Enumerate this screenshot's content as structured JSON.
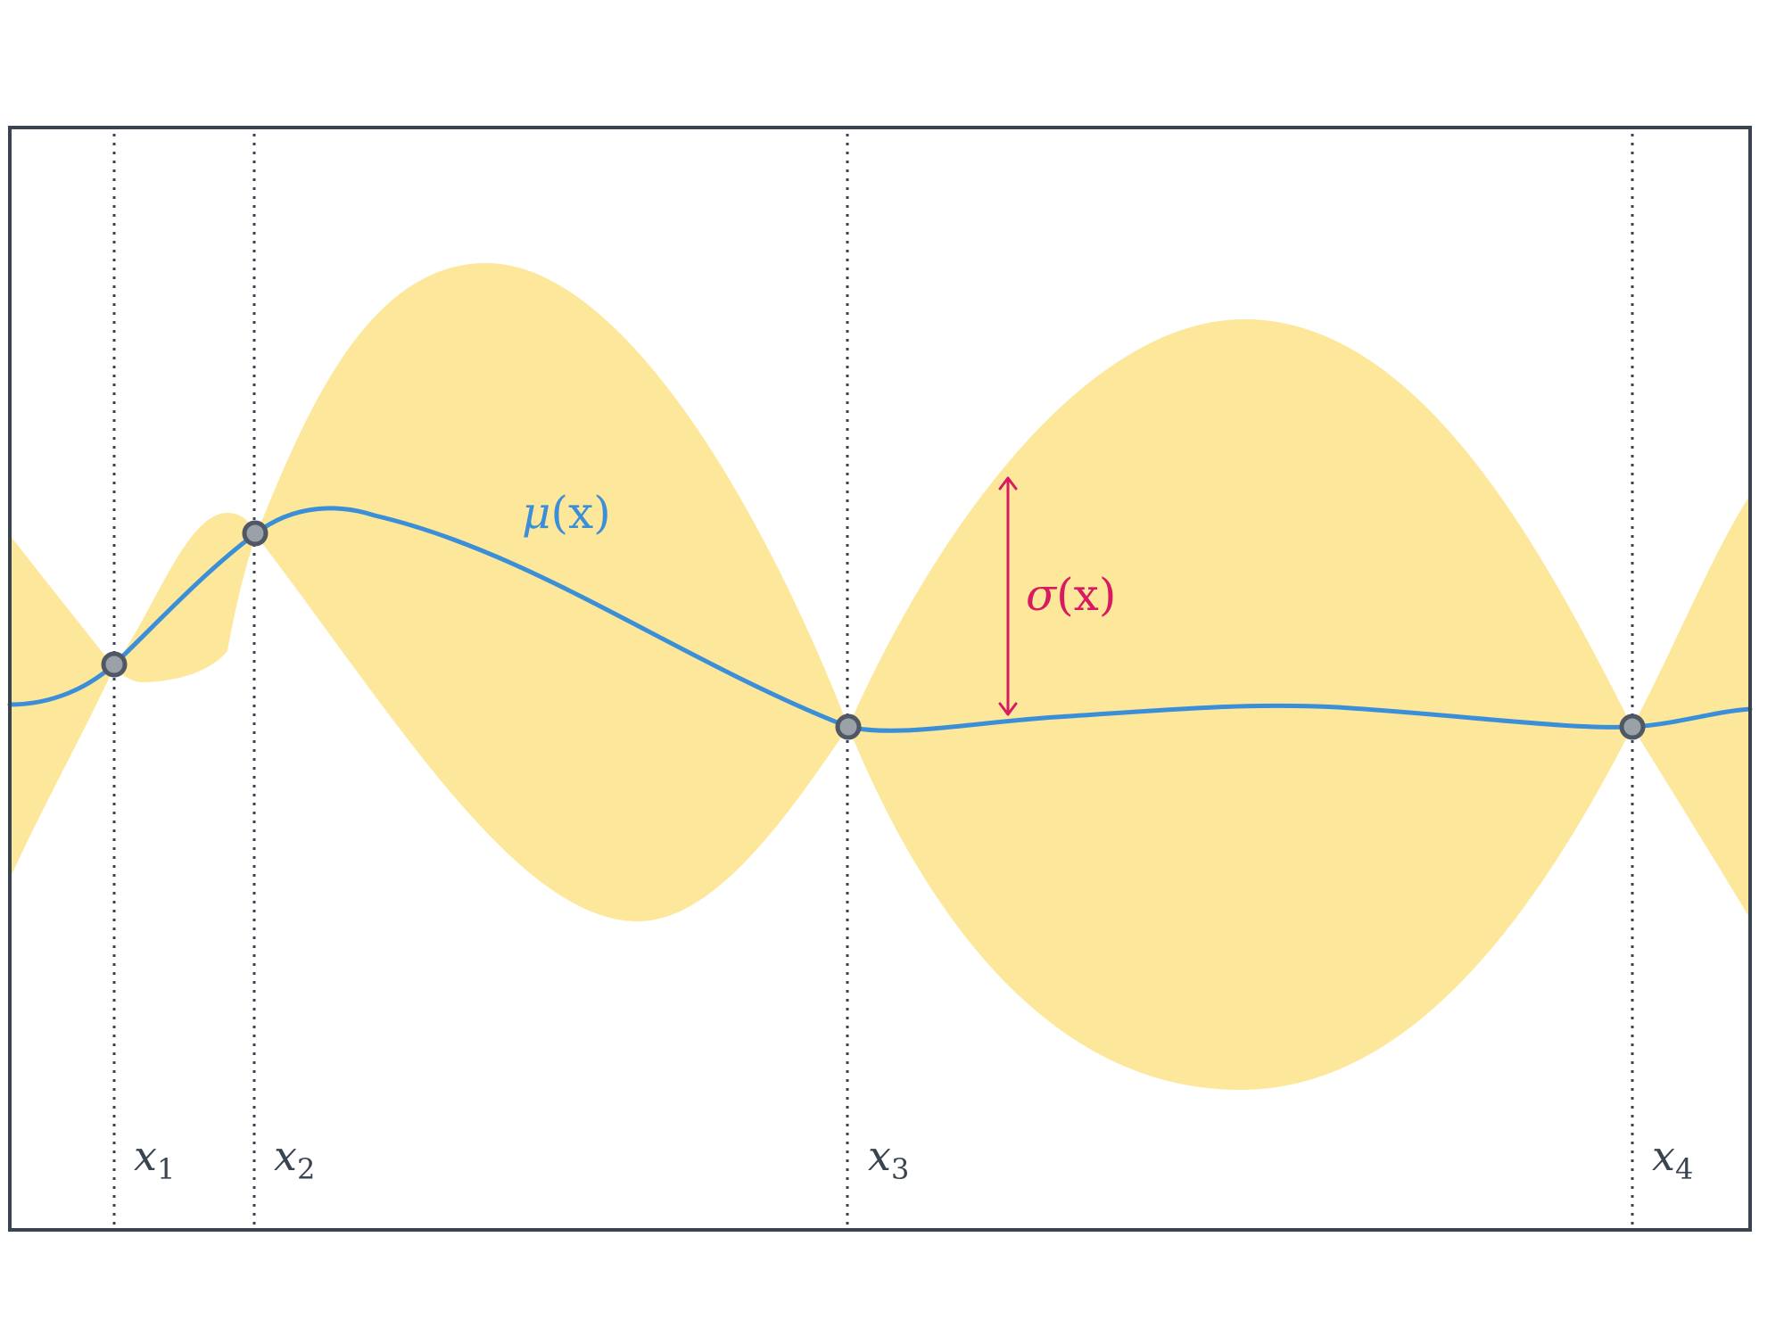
{
  "colors": {
    "frame": "#3a4451",
    "band": "#fde79a",
    "mean": "#3b8fd8",
    "sigma": "#d81b60",
    "point_fill": "#9aa1a8",
    "point_stroke": "#4f5864",
    "guide": "#3a4451"
  },
  "labels": {
    "mu": {
      "base": "μ",
      "rest": "(x)"
    },
    "sigma": {
      "base": "σ",
      "rest": "(x)"
    }
  },
  "observations": [
    {
      "base": "x",
      "sub": "1"
    },
    {
      "base": "x",
      "sub": "2"
    },
    {
      "base": "x",
      "sub": "3"
    },
    {
      "base": "x",
      "sub": "4"
    }
  ]
}
